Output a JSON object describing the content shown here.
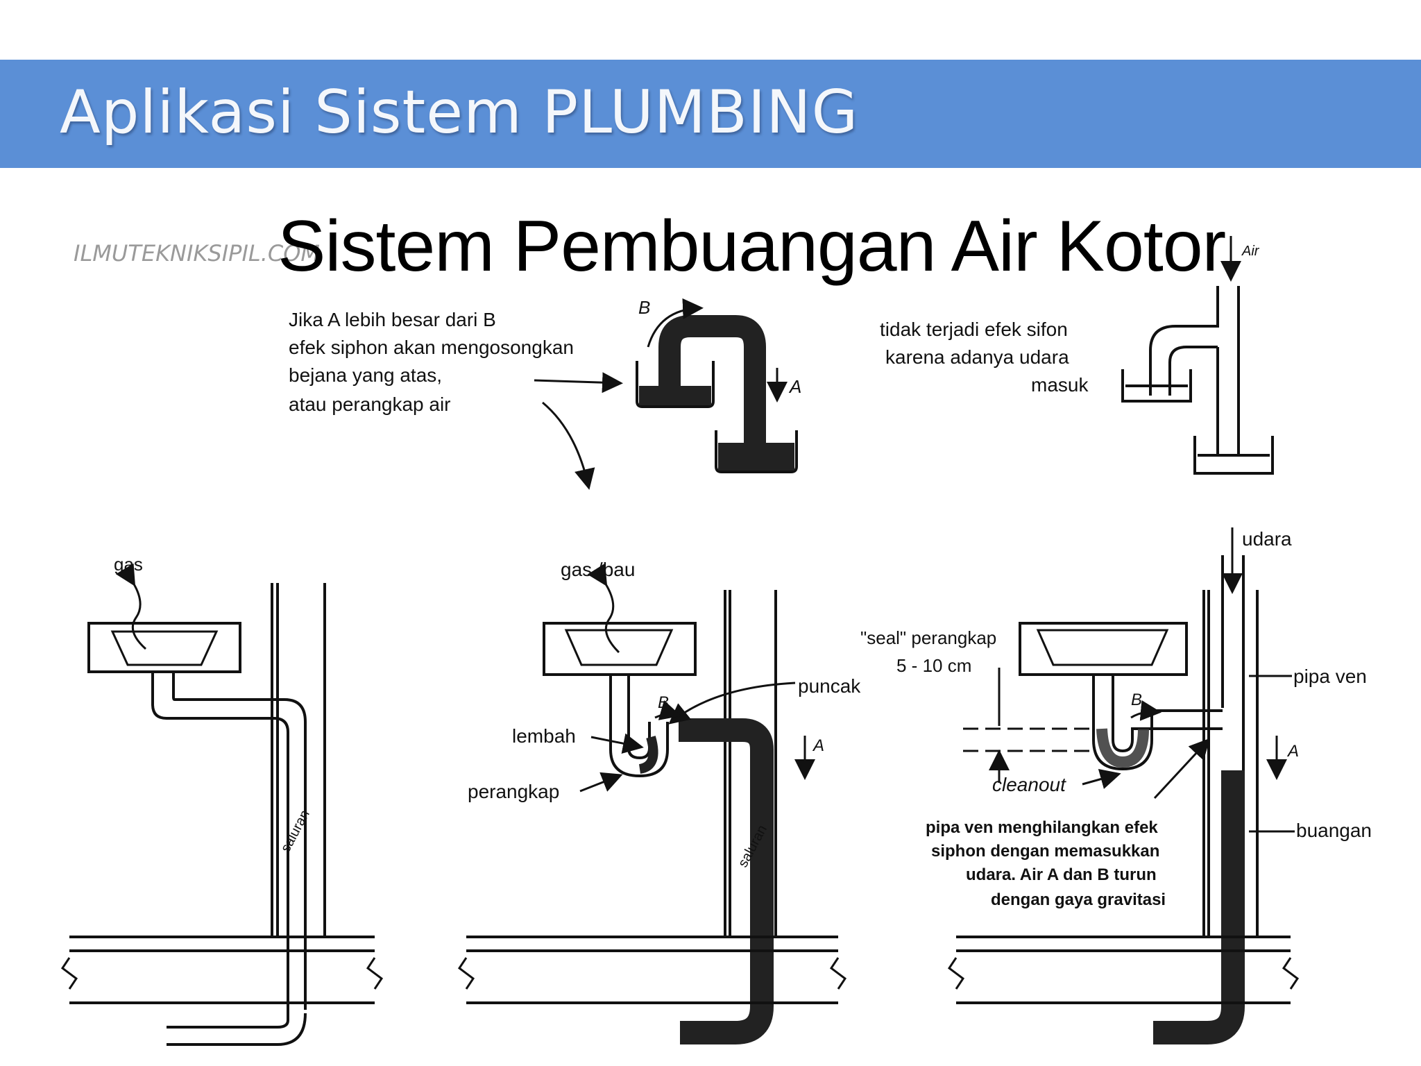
{
  "header": {
    "title": "Aplikasi Sistem PLUMBING",
    "banner_color": "#5b8fd6"
  },
  "slide": {
    "subtitle": "Sistem Pembuangan Air Kotor",
    "watermark": "ILMUTEKNIKSIPIL.COM"
  },
  "siphon_top": {
    "note_lines": [
      "Jika A lebih besar dari B",
      "efek siphon akan mengosongkan",
      "bejana yang atas,",
      "atau perangkap air"
    ],
    "label_b": "B",
    "label_a": "A"
  },
  "vented_top": {
    "note_lines": [
      "tidak terjadi efek sifon",
      "karena adanya udara",
      "masuk"
    ],
    "label_air": "Air"
  },
  "panel_left": {
    "gas": "gas",
    "pipe": "saluran"
  },
  "panel_middle": {
    "gas": "gas /bau",
    "puncak": "puncak",
    "lembah": "lembah",
    "perangkap": "perangkap",
    "pipe": "saluran",
    "label_b": "B",
    "label_a": "A"
  },
  "panel_right": {
    "udara": "udara",
    "seal_1": "\"seal\" perangkap",
    "seal_2": "5 - 10 cm",
    "pipa_ven": "pipa ven",
    "cleanout": "cleanout",
    "buangan": "buangan",
    "label_b": "B",
    "label_a": "A",
    "note_lines": [
      "pipa ven menghilangkan efek",
      "siphon dengan memasukkan",
      "udara. Air A dan B turun",
      "dengan gaya gravitasi"
    ]
  }
}
